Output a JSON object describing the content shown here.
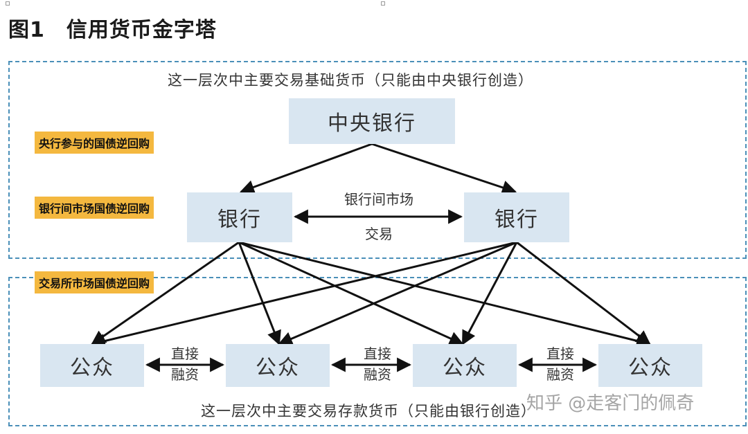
{
  "figure": {
    "title": "图1　信用货币金字塔"
  },
  "zones": {
    "top_label": "这一层次中主要交易基础货币（只能由中央银行创造）",
    "bottom_label": "这一层次中主要交易存款货币（只能由银行创造）"
  },
  "nodes": {
    "central_bank": "中央银行",
    "bank_left": "银行",
    "bank_right": "银行",
    "public_1": "公众",
    "public_2": "公众",
    "public_3": "公众",
    "public_4": "公众"
  },
  "edge_labels": {
    "interbank_line1": "银行间市场",
    "interbank_line2": "交易",
    "direct_1_line1": "直接",
    "direct_1_line2": "融资",
    "direct_2_line1": "直接",
    "direct_2_line2": "融资",
    "direct_3_line1": "直接",
    "direct_3_line2": "融资"
  },
  "tags": {
    "central_repo": "央行参与的国债逆回购",
    "interbank_repo": "银行间市场国债逆回购",
    "exchange_repo": "交易所市场国债逆回购"
  },
  "watermark": "知乎 @走客门的佩奇",
  "colors": {
    "box_fill": "#d9e6f1",
    "tag_fill": "#f4b83f",
    "dash_border": "#4a8fb8",
    "arrow": "#111111"
  }
}
